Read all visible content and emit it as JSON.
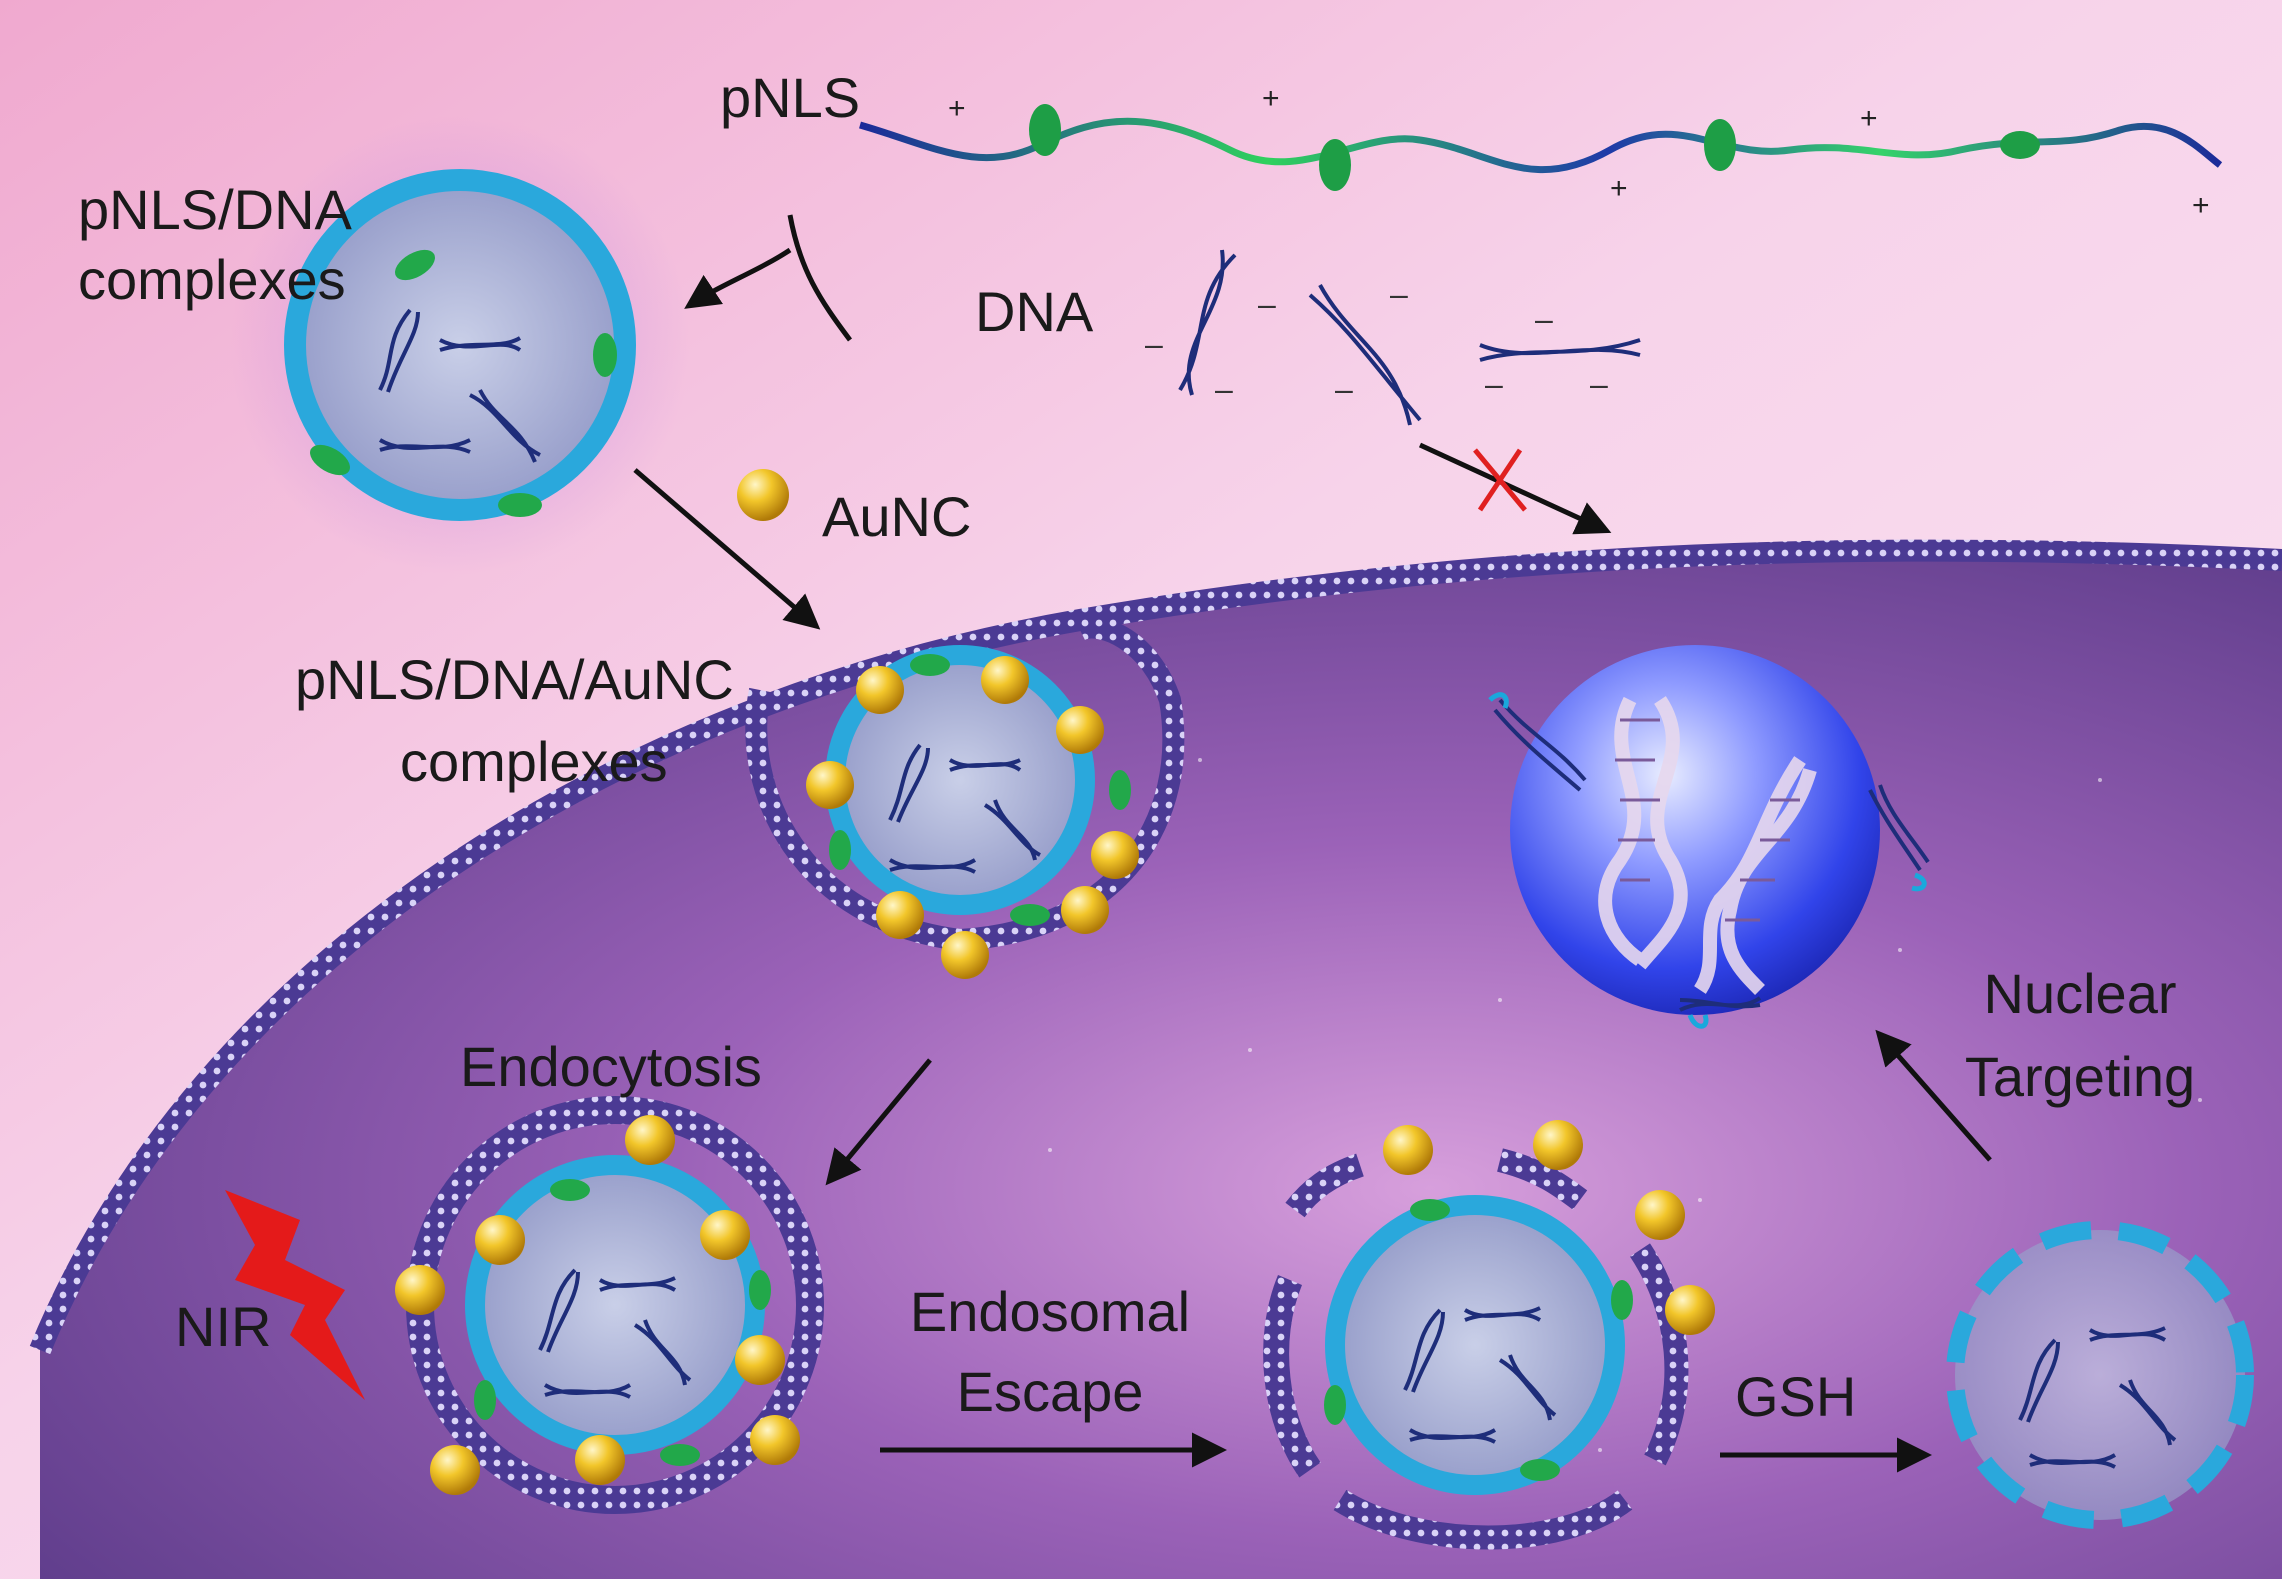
{
  "labels": {
    "pnls": "pNLS",
    "pnls_dna_line1": "pNLS/DNA",
    "pnls_dna_line2": "complexes",
    "dna": "DNA",
    "aunc": "AuNC",
    "pnls_dna_aunc_line1": "pNLS/DNA/AuNC",
    "pnls_dna_aunc_line2": "complexes",
    "endocytosis": "Endocytosis",
    "nir": "NIR",
    "endosomal_line1": "Endosomal",
    "endosomal_line2": "Escape",
    "gsh": "GSH",
    "nuclear_line1": "Nuclear",
    "nuclear_line2": "Targeting"
  },
  "charges": {
    "positive": "+",
    "negative": "–"
  },
  "colors": {
    "background_top": "#f3b8d6",
    "background_light": "#f8dcef",
    "cell": "#7a4a9c",
    "membrane": "#4a3a90",
    "complex_ring": "#2aa8dc",
    "pnls_patch": "#22a84a",
    "aunc": "#e6b81c",
    "dna": "#1e2d7a",
    "nucleus": "#2b3ee0",
    "blocked_cross": "#e02020",
    "nir_bolt": "#e41a1a"
  }
}
